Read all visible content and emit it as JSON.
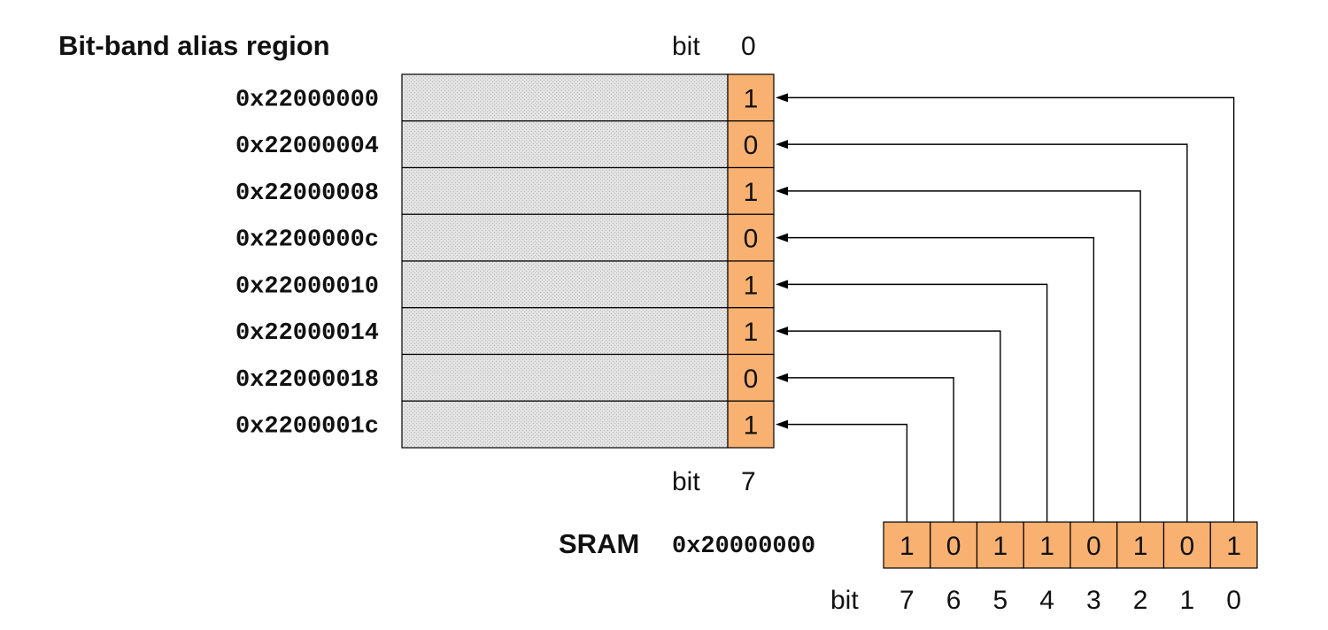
{
  "alias_region": {
    "title": "Bit-band alias region",
    "bit_top_label": "bit",
    "bit_top_number": "0",
    "bit_bottom_label": "bit",
    "bit_bottom_number": "7",
    "rows": [
      {
        "address": "0x22000000",
        "value": "1"
      },
      {
        "address": "0x22000004",
        "value": "0"
      },
      {
        "address": "0x22000008",
        "value": "1"
      },
      {
        "address": "0x2200000c",
        "value": "0"
      },
      {
        "address": "0x22000010",
        "value": "1"
      },
      {
        "address": "0x22000014",
        "value": "1"
      },
      {
        "address": "0x22000018",
        "value": "0"
      },
      {
        "address": "0x2200001c",
        "value": "1"
      }
    ]
  },
  "sram": {
    "label": "SRAM",
    "address": "0x20000000",
    "bit_label": "bit",
    "cells": [
      {
        "bit": "7",
        "value": "1"
      },
      {
        "bit": "6",
        "value": "0"
      },
      {
        "bit": "5",
        "value": "1"
      },
      {
        "bit": "4",
        "value": "1"
      },
      {
        "bit": "3",
        "value": "0"
      },
      {
        "bit": "2",
        "value": "1"
      },
      {
        "bit": "1",
        "value": "0"
      },
      {
        "bit": "0",
        "value": "1"
      }
    ]
  },
  "colors": {
    "bit_cell_fill": "#f8b171",
    "word_fill": "#dcdcdc",
    "line": "#000000",
    "text": "#111111"
  }
}
